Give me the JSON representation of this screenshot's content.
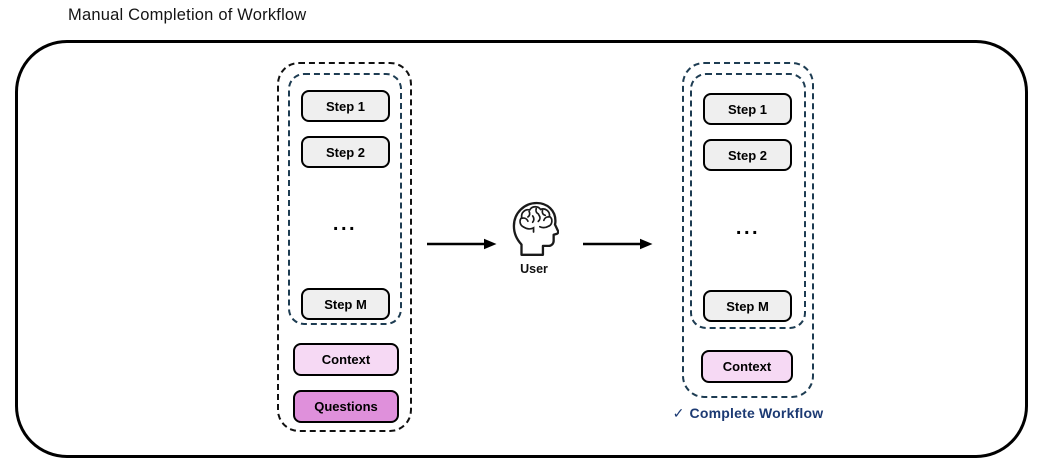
{
  "title": "Manual Completion of Workflow",
  "left_workflow": {
    "steps": [
      "Step 1",
      "Step 2",
      "Step M"
    ],
    "ellipsis": "...",
    "context_label": "Context",
    "questions_label": "Questions"
  },
  "user": {
    "label": "User"
  },
  "right_workflow": {
    "steps": [
      "Step 1",
      "Step 2",
      "Step M"
    ],
    "ellipsis": "...",
    "context_label": "Context",
    "status_check": "✓",
    "status_label": "Complete Workflow"
  },
  "colors": {
    "frame_border": "#000000",
    "left_group_dash": "#111111",
    "navy_dash": "#1d3c52",
    "step_fill": "#efefef",
    "context_fill": "#f6d9f4",
    "questions_fill": "#df90db",
    "status_text": "#1c3a73"
  }
}
